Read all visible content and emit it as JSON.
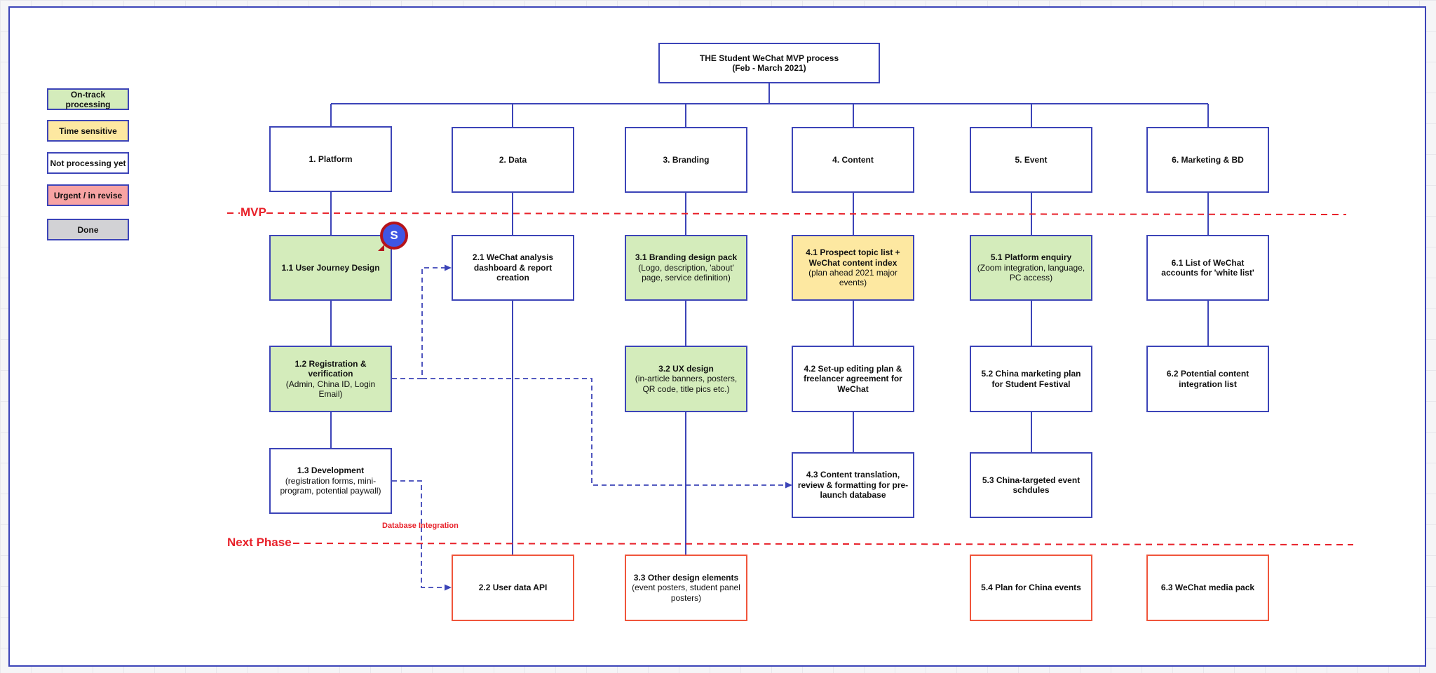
{
  "title": {
    "line1": "THE Student WeChat MVP process",
    "line2": "(Feb - March 2021)"
  },
  "legend": [
    {
      "label": "On-track processing",
      "color": "#d4ecbb"
    },
    {
      "label": "Time sensitive",
      "color": "#fde8a1"
    },
    {
      "label": "Not processing yet",
      "color": "#ffffff"
    },
    {
      "label": "Urgent / in revise",
      "color": "#f7a3a3"
    },
    {
      "label": "Done",
      "color": "#d2d2d5"
    }
  ],
  "dividers": {
    "mvp": "MVP",
    "next_phase": "Next Phase"
  },
  "annotation": "Database Integration",
  "avatar_initial": "S",
  "columns": [
    {
      "label": "1. Platform"
    },
    {
      "label": "2. Data"
    },
    {
      "label": "3. Branding"
    },
    {
      "label": "4. Content"
    },
    {
      "label": "5. Event"
    },
    {
      "label": "6. Marketing & BD"
    }
  ],
  "tasks": {
    "t1_1": {
      "title": "1.1 User Journey Design",
      "sub": ""
    },
    "t1_2": {
      "title": "1.2 Registration & verification",
      "sub": "(Admin, China ID, Login Email)"
    },
    "t1_3": {
      "title": "1.3 Development",
      "sub": "(registration forms, mini-program, potential paywall)"
    },
    "t2_1": {
      "title": "2.1 WeChat analysis dashboard & report creation",
      "sub": ""
    },
    "t2_2": {
      "title": "2.2 User data API",
      "sub": ""
    },
    "t3_1": {
      "title": "3.1 Branding design pack",
      "sub": "(Logo, description, 'about' page, service definition)"
    },
    "t3_2": {
      "title": "3.2 UX design",
      "sub": "(in-article banners, posters, QR code, title pics etc.)"
    },
    "t3_3": {
      "title": "3.3 Other design elements",
      "sub": "(event posters, student panel posters)"
    },
    "t4_1": {
      "title": "4.1 Prospect topic list + WeChat content index",
      "sub": "(plan ahead 2021 major events)"
    },
    "t4_2": {
      "title": "4.2 Set-up editing plan & freelancer agreement for WeChat",
      "sub": ""
    },
    "t4_3": {
      "title": "4.3 Content translation, review & formatting for pre-launch database",
      "sub": ""
    },
    "t5_1": {
      "title": "5.1 Platform enquiry",
      "sub": "(Zoom integration, language, PC access)"
    },
    "t5_2": {
      "title": "5.2 China marketing plan for Student Festival",
      "sub": ""
    },
    "t5_3": {
      "title": "5.3 China-targeted event schdules",
      "sub": ""
    },
    "t5_4": {
      "title": "5.4 Plan for China events",
      "sub": ""
    },
    "t6_1": {
      "title": "6.1 List of WeChat accounts for 'white list'",
      "sub": ""
    },
    "t6_2": {
      "title": "6.2 Potential content integration list",
      "sub": ""
    },
    "t6_3": {
      "title": "6.3 WeChat media pack",
      "sub": ""
    }
  }
}
